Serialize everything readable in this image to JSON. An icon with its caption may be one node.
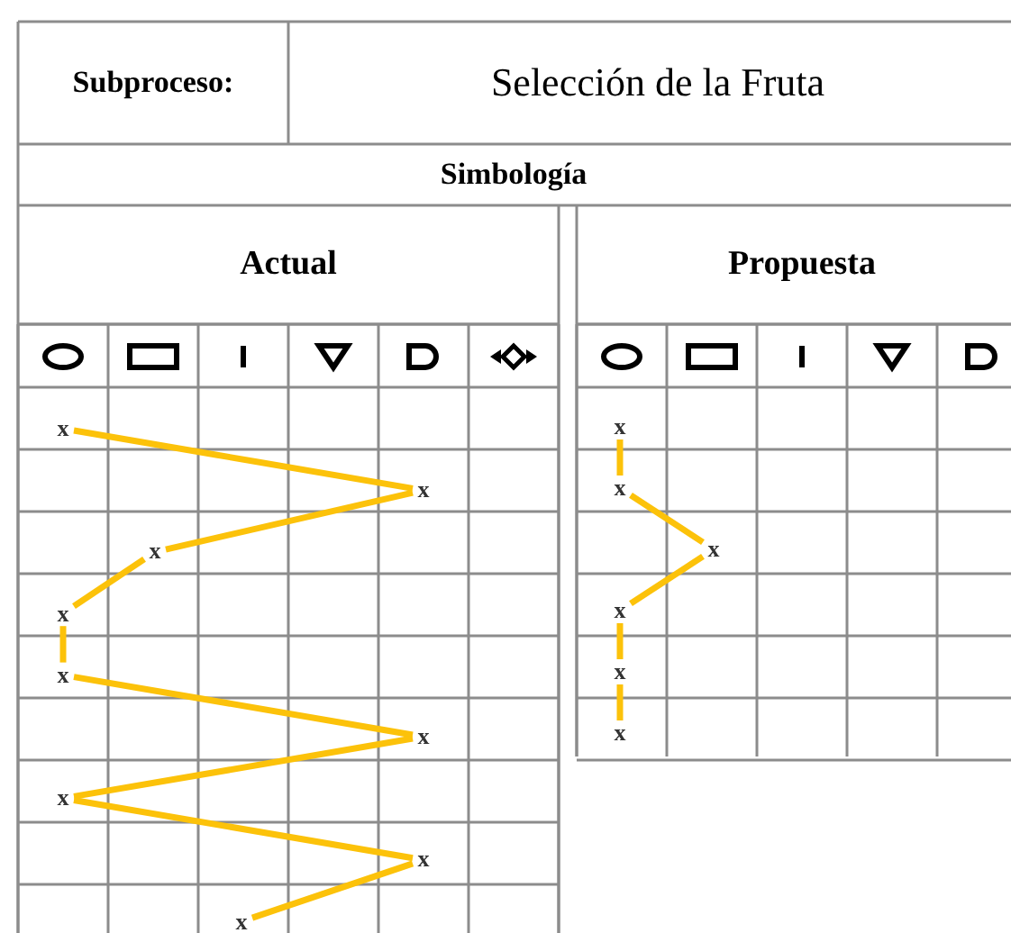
{
  "diagram": {
    "nodes": [
      {
        "text": [
          "x"
        ]
      },
      {
        "text": [
          "x"
        ]
      },
      {
        "text": [
          "x"
        ]
      },
      {
        "text": [
          "x"
        ]
      },
      {
        "text": [
          "x"
        ]
      },
      {
        "text": [
          "x"
        ]
      },
      {
        "text": [
          "x"
        ]
      },
      {
        "text": [
          "x"
        ]
      },
      {
        "text": [
          "x"
        ]
      },
      {
        "text": [
          "x"
        ]
      },
      {
        "text": [
          "x"
        ]
      },
      {
        "text": [
          "x"
        ]
      },
      {
        "text": [
          "x"
        ]
      },
      {
        "text": [
          "x"
        ]
      },
      {
        "text": [
          "x"
        ]
      }
    ],
    "edges": [
      {
        "from": 0,
        "to": 1,
        "arrow": "none"
      },
      {
        "from": 1,
        "to": 2,
        "arrow": "none"
      },
      {
        "from": 2,
        "to": 3,
        "arrow": "none"
      },
      {
        "from": 3,
        "to": 4,
        "arrow": "none"
      },
      {
        "from": 4,
        "to": 5,
        "arrow": "none"
      },
      {
        "from": 5,
        "to": 6,
        "arrow": "none"
      },
      {
        "from": 6,
        "to": 7,
        "arrow": "none"
      },
      {
        "from": 7,
        "to": 8,
        "arrow": "none"
      },
      {
        "from": 9,
        "to": 10,
        "arrow": "none"
      },
      {
        "from": 10,
        "to": 11,
        "arrow": "none"
      },
      {
        "from": 11,
        "to": 12,
        "arrow": "none"
      },
      {
        "from": 12,
        "to": 13,
        "arrow": "none"
      },
      {
        "from": 13,
        "to": 14,
        "arrow": "none"
      }
    ],
    "labels": [
      "Subproceso:",
      "Selección de la Fruta",
      "Simbología",
      "Actual",
      "Propuesta"
    ]
  }
}
